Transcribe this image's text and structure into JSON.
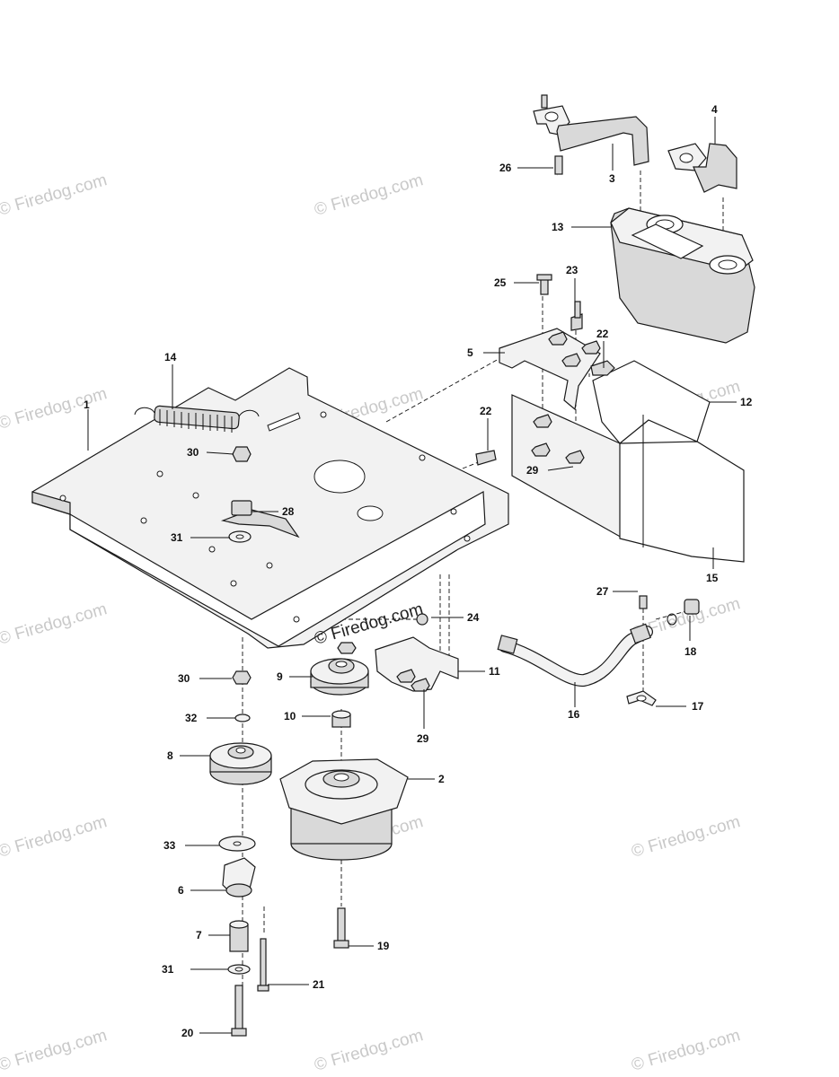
{
  "watermarks": [
    {
      "text": "© Firedog.com"
    },
    {
      "text": "© Firedog.com"
    },
    {
      "text": "© Firedog.com"
    },
    {
      "text": "© Firedog.com"
    },
    {
      "text": "© Firedog.com"
    },
    {
      "text": "© Firedog.com"
    },
    {
      "text": "© Firedog.com"
    },
    {
      "text": "© Firedog.com"
    },
    {
      "text": "© Firedog.com"
    },
    {
      "text": "© Firedog.com"
    },
    {
      "text": "© Firedog.com"
    },
    {
      "text": "© Firedog.com"
    },
    {
      "text": "© Firedog.com"
    }
  ],
  "center_watermark": "© Firedog.com",
  "callouts": [
    "1",
    "2",
    "3",
    "4",
    "5",
    "6",
    "7",
    "8",
    "9",
    "10",
    "11",
    "12",
    "13",
    "14",
    "15",
    "16",
    "17",
    "18",
    "19",
    "20",
    "21",
    "22",
    "22",
    "23",
    "24",
    "25",
    "26",
    "27",
    "28",
    "29",
    "29",
    "30",
    "30",
    "31",
    "31",
    "32",
    "33"
  ]
}
